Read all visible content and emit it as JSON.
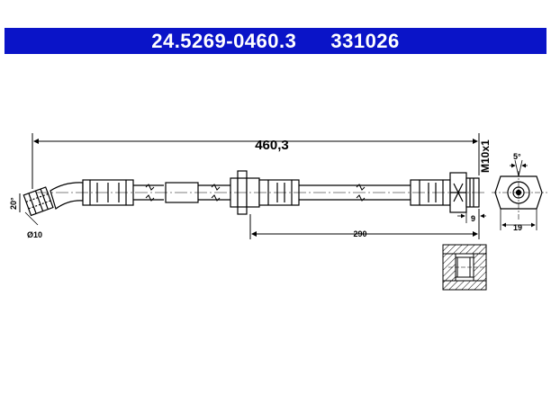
{
  "header": {
    "part_number": "24.5269-0460.3",
    "reference": "331026",
    "color": "#0a14c8"
  },
  "dimensions": {
    "total_length": "460,3",
    "partial_length": "290",
    "thread": "M10x1",
    "hex_width": "9",
    "fitting_width": "19",
    "fitting_angle": "5°",
    "bend_angle": "20°",
    "diameter": "Ø10"
  }
}
